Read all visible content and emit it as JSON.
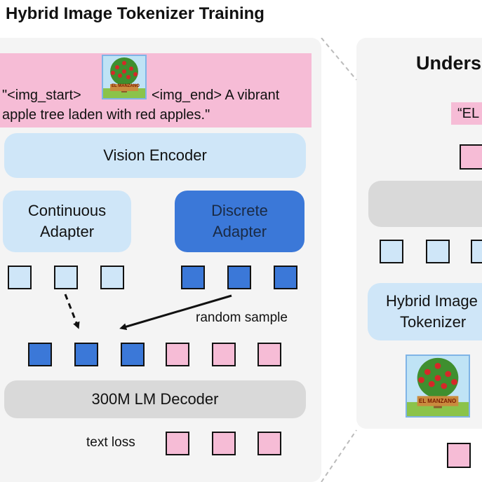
{
  "title": "Hybrid Image Tokenizer Training",
  "caption": {
    "start": "\"<img_start>",
    "end": "<img_end> A vibrant",
    "line2": "apple tree laden with red apples.\""
  },
  "image_sign_text": "EL MANZANO",
  "blocks": {
    "vision_encoder": "Vision Encoder",
    "continuous_adapter_l1": "Continuous",
    "continuous_adapter_l2": "Adapter",
    "discrete_adapter_l1": "Discrete",
    "discrete_adapter_l2": "Adapter",
    "lm_decoder": "300M LM Decoder"
  },
  "labels": {
    "random_sample": "random sample",
    "text_loss": "text loss"
  },
  "right_panel": {
    "title": "Unders",
    "caption": "“EL",
    "tokenizer_l1": "Hybrid Image",
    "tokenizer_l2": "Tokenizer"
  },
  "colors": {
    "light_blue": "#cfe6f8",
    "dark_blue": "#3b78d8",
    "pink": "#f6bcd6",
    "grey": "#d9d9d9"
  }
}
